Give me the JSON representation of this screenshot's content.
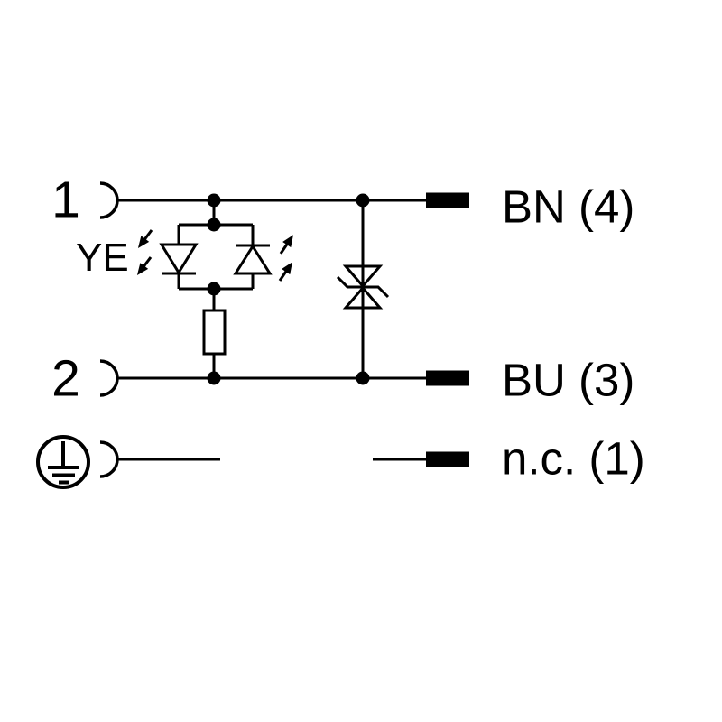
{
  "diagram": {
    "kind": "connector-wiring-diagram",
    "rows": [
      {
        "pin": "1",
        "pin_symbol": "female-contact",
        "wire_label": "BN (4)"
      },
      {
        "pin": "2",
        "pin_symbol": "female-contact",
        "wire_label": "BU (3)"
      },
      {
        "pin": "",
        "pin_symbol": "protective-earth",
        "wire_label": "n.c. (1)"
      }
    ],
    "led_label": "YE",
    "components": [
      "antiparallel-led-pair",
      "resistor",
      "bidirectional-suppressor-diode",
      "protective-earth-terminal"
    ]
  },
  "colors": {
    "foreground": "#000000",
    "background": "#ffffff"
  }
}
